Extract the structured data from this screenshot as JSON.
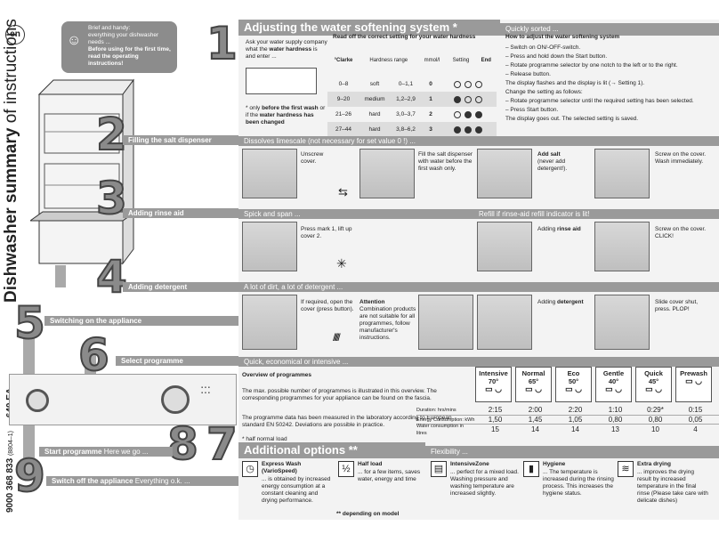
{
  "lang_badge": "en",
  "vertical_title": {
    "bold": "Dishwasher summary",
    "rest": " of instructions"
  },
  "doc_number": "9000 368 833",
  "doc_sub": "(8804–1)",
  "doc_model": "640 EA",
  "note_box": {
    "line1": "Brief and handy:",
    "line2": "everything your dishwasher needs ...",
    "bold": "Before using for the first time, read the operating instructions!"
  },
  "steps": [
    {
      "num": "1",
      "title": "Adjusting the water softening system",
      "star": " *"
    },
    {
      "num": "2",
      "label": "Filling the salt dispenser",
      "bar": "Dissolves limescale (not necessary for set value 0 !) ..."
    },
    {
      "num": "3",
      "label": "Adding rinse aid",
      "bar": "Spick and span ...",
      "bar2": "Refill if rinse-aid refill indicator is lit!"
    },
    {
      "num": "4",
      "label": "Adding detergent",
      "bar": "A lot of dirt, a lot of detergent ..."
    },
    {
      "num": "5",
      "label": "Switching on the appliance"
    },
    {
      "num": "6",
      "label": "Select programme",
      "bar": "Quick, economical or intensive ..."
    },
    {
      "num": "7",
      "title": "Additional options",
      "star": " **",
      "bar": "Flexibility ..."
    },
    {
      "num": "8",
      "label": "Start programme",
      "label_rest": " Here we go ..."
    },
    {
      "num": "9",
      "label": "Switch off the appliance",
      "label_rest": " Everything o.k. ..."
    }
  ],
  "softening": {
    "quick_sorted": "Quickly sorted ...",
    "left_text": [
      "Ask your water supply company what the ",
      "water hardness",
      " is and enter ..."
    ],
    "footnote": [
      "* only ",
      "before the first wash",
      " or if the ",
      "water hardness has been changed"
    ],
    "read_off": "Read off the correct setting for your water hardness",
    "table_headers": [
      "°Clarke",
      "Hardness range",
      "mmol/l",
      "Setting",
      "End"
    ],
    "rows": [
      {
        "clarke": "0–8",
        "range": "soft",
        "mmol": "0–1,1",
        "setting": "0",
        "dots": [
          0,
          0,
          0
        ]
      },
      {
        "clarke": "9–20",
        "range": "medium",
        "mmol": "1,2–2,9",
        "setting": "1",
        "dots": [
          1,
          0,
          0
        ]
      },
      {
        "clarke": "21–26",
        "range": "hard",
        "mmol": "3,0–3,7",
        "setting": "2",
        "dots": [
          0,
          1,
          1
        ]
      },
      {
        "clarke": "27–44",
        "range": "hard",
        "mmol": "3,8–6,2",
        "setting": "3",
        "dots": [
          1,
          1,
          1
        ]
      }
    ],
    "how_title": "How to adjust the water softening system",
    "how_steps": [
      "– Switch on ON/-OFF-switch.",
      "– Press and hold down the Start button.",
      "– Rotate programme selector by one notch to the left or to the right.",
      "– Release button.",
      "The display  flashes and the display  is lit (→ Setting 1).",
      "Change the setting as follows:",
      "– Rotate programme selector until the required setting has been selected.",
      "– Press Start button.",
      "The display  goes out. The selected setting is saved."
    ]
  },
  "salt": {
    "c1": "Unscrew cover.",
    "c2": "Fill the salt dispenser with water before the first wash only.",
    "c3_b": "Add salt",
    "c3": "(never add detergent!).",
    "c4": "Screw on the cover. Wash immediately."
  },
  "rinse": {
    "c1": "Press mark 1, lift up cover 2.",
    "c3": "Adding ",
    "c3_b": "rinse aid",
    "c4": "Screw on the cover. CLICK!"
  },
  "detergent": {
    "c1": "If required, open the cover (press button).",
    "att_title": "Attention",
    "att": "Combination products are not suitable for all programmes, follow manufacturer's instructions.",
    "c3": "Adding ",
    "c3_b": "detergent",
    "c4": "Slide cover shut, press. PLOP!"
  },
  "programmes": {
    "overview_title": "Overview of programmes",
    "overview": "The max. possible number of programmes is illustrated in this overview. The corresponding programmes for your appliance can be found on the fascia.",
    "measured": "The programme data has been measured in the laboratory according to European standard EN 50242. Deviations are possible in practice.",
    "half_load": "* half normal load",
    "names": [
      "Intensive",
      "Normal",
      "Eco",
      "Gentle",
      "Quick",
      "Prewash"
    ],
    "temps": [
      "70°",
      "65°",
      "50°",
      "40°",
      "45°",
      ""
    ],
    "row_labels": [
      "Duration: hrs/mins",
      "Energy Consumption: kWh",
      "Water consumption in litres"
    ],
    "duration": [
      "2:15",
      "2:00",
      "2:20",
      "1:10",
      "0:29*",
      "0:15"
    ],
    "energy": [
      "1,50",
      "1,45",
      "1,05",
      "0,80",
      "0,80",
      "0,05"
    ],
    "water": [
      "15",
      "14",
      "14",
      "13",
      "10",
      "4"
    ]
  },
  "options": [
    {
      "title": "Express Wash (VarioSpeed)",
      "text": "... is obtained by increased energy consumption at a constant cleaning and drying performance."
    },
    {
      "title": "Half load",
      "text": "... for a few items, saves water, energy and time"
    },
    {
      "title": "IntensiveZone",
      "text": "... perfect for a mixed load. Washing pressure and washing temperature are increased slightly."
    },
    {
      "title": "Hygiene",
      "text": "... The temperature is increased during the rinsing process. This increases the hygiene status."
    },
    {
      "title": "Extra drying",
      "text": "... improves the drying result by increased temperature in the final rinse (Please take care with delicate dishes)"
    }
  ],
  "depending": "** depending on model",
  "colors": {
    "accent_grey": "#9a9a9a",
    "panel_grey": "#e6e6e6"
  }
}
